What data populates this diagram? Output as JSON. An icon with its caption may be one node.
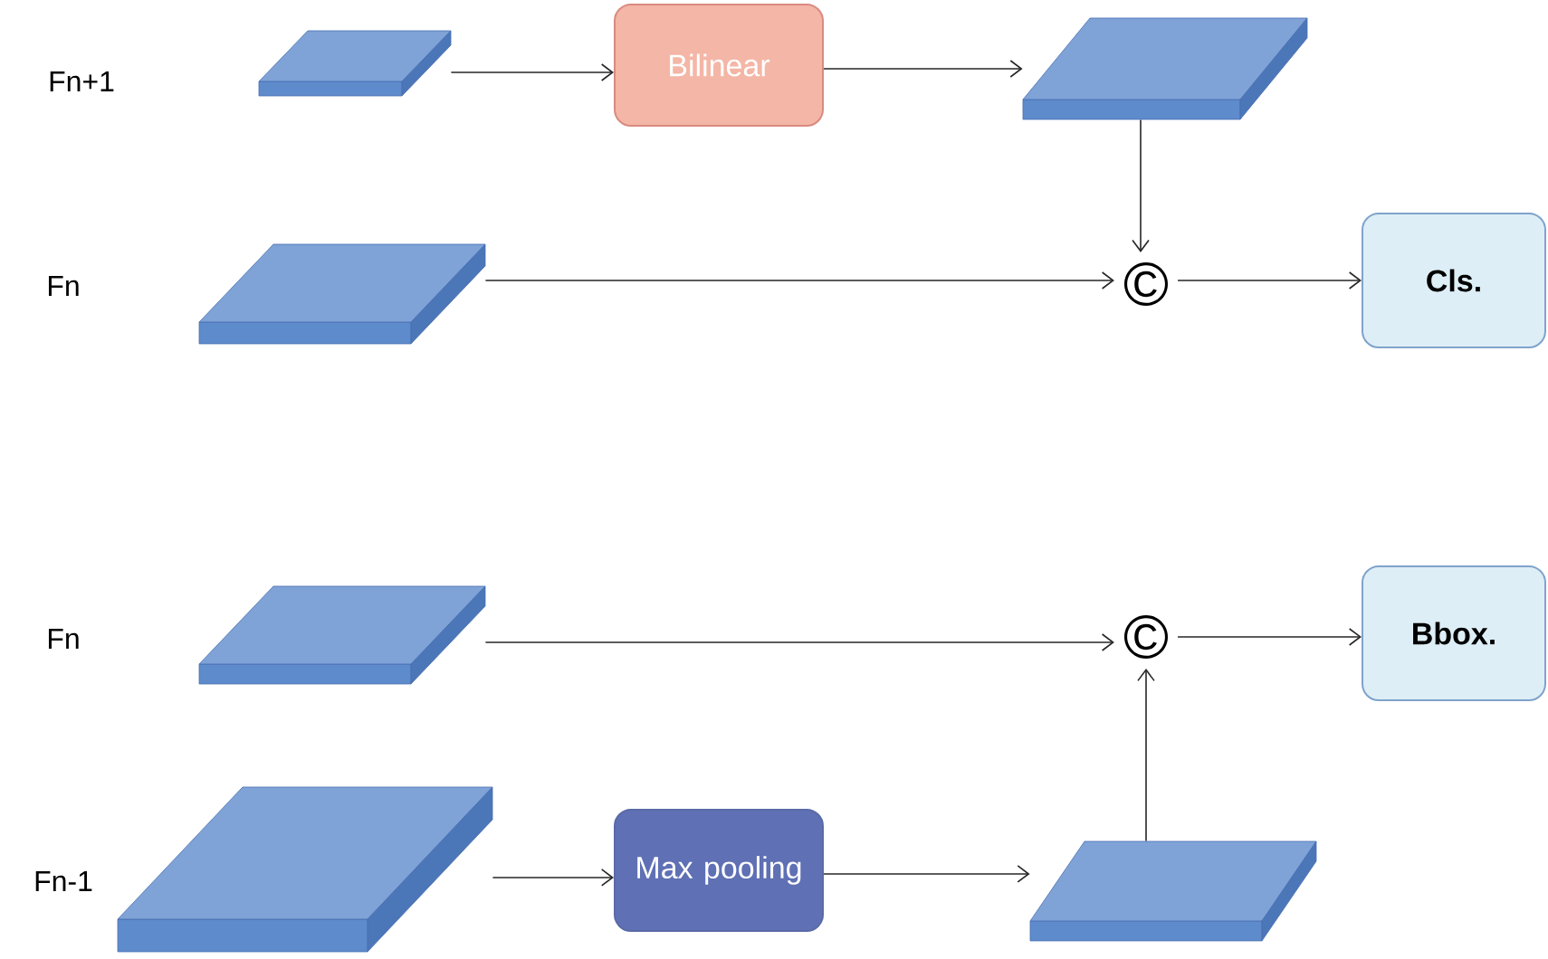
{
  "diagram": {
    "nodes": [
      {
        "text": [],
        "shape": "box"
      },
      {
        "text": [
          "Bilinear"
        ]
      },
      {
        "text": [],
        "shape": "box"
      },
      {
        "text": [],
        "shape": "box"
      },
      {
        "text": [
          "©"
        ]
      },
      {
        "text": [
          "Cls."
        ]
      },
      {
        "text": [],
        "shape": "box"
      },
      {
        "text": [
          "©"
        ]
      },
      {
        "text": [
          "Bbox."
        ]
      },
      {
        "text": [],
        "shape": "box"
      },
      {
        "text": [
          "Max pooling"
        ]
      },
      {
        "text": [],
        "shape": "box"
      }
    ],
    "edges": [
      {
        "from": 0,
        "to": 1,
        "arrow": "to"
      },
      {
        "from": 1,
        "to": 2,
        "arrow": "to"
      },
      {
        "from": 2,
        "to": 4,
        "arrow": "to"
      },
      {
        "from": 3,
        "to": 4,
        "arrow": "to"
      },
      {
        "from": 4,
        "to": 5,
        "arrow": "to"
      },
      {
        "from": 6,
        "to": 7,
        "arrow": "to"
      },
      {
        "from": 7,
        "to": 8,
        "arrow": "to"
      },
      {
        "from": 9,
        "to": 10,
        "arrow": "to"
      },
      {
        "from": 10,
        "to": 11,
        "arrow": "to"
      },
      {
        "from": 11,
        "to": 7,
        "arrow": "to"
      }
    ],
    "labels": [
      "Fn+1",
      "Fn",
      "Fn",
      "Fn-1"
    ]
  }
}
